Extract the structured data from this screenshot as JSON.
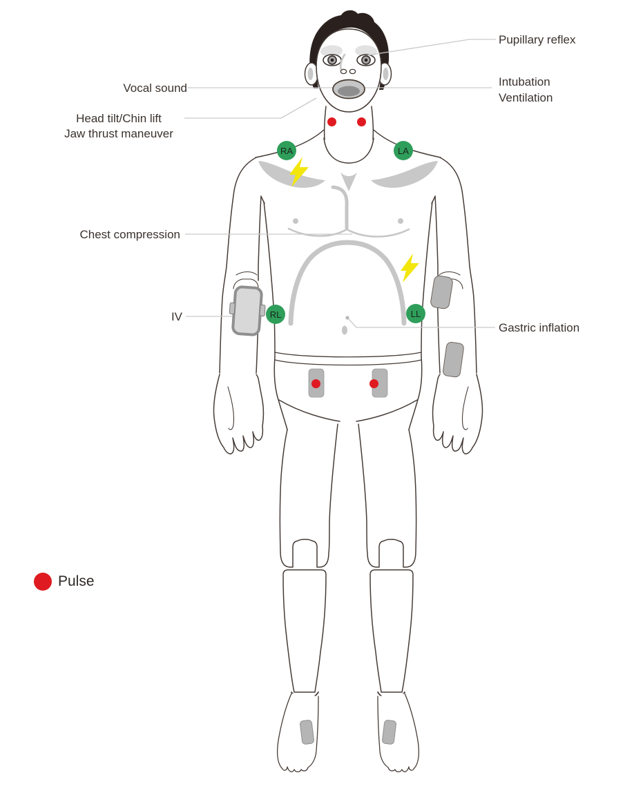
{
  "annotations": {
    "pupillary_reflex": "Pupillary reflex",
    "intubation": "Intubation",
    "ventilation": "Ventilation",
    "vocal_sound": "Vocal sound",
    "head_tilt_chin_lift": "Head tilt/Chin lift",
    "jaw_thrust_maneuver": "Jaw thrust maneuver",
    "chest_compression": "Chest compression",
    "iv": "IV",
    "gastric_inflation": "Gastric inflation"
  },
  "electrodes": {
    "ra": "RA",
    "la": "LA",
    "rl": "RL",
    "ll": "LL"
  },
  "legend": {
    "pulse": "Pulse"
  },
  "colors": {
    "electrode-green": "#2f9e5a",
    "pulse-red": "#df1b21",
    "defib-yellow": "#f2e60d",
    "pad-gray": "#b5b5b5",
    "outline": "#463c37",
    "shading": "#c8c8c8",
    "leader": "#c9c9c9",
    "text": "#3a322e",
    "hair": "#2a211e"
  }
}
